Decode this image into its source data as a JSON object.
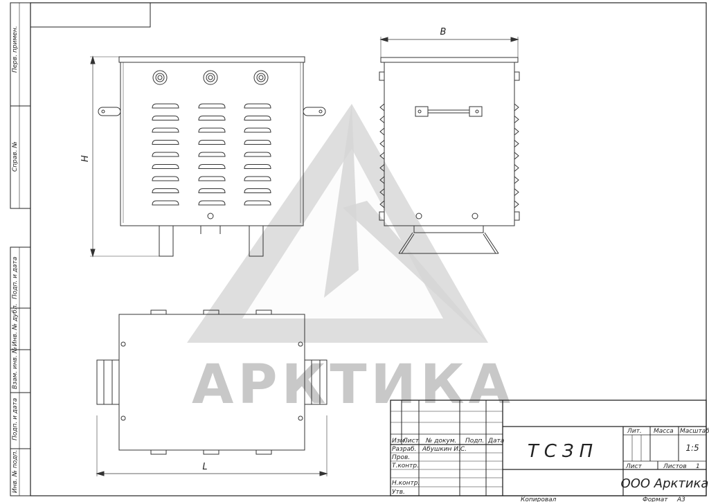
{
  "watermark": {
    "brand": "АРКТИКА"
  },
  "dimensions": {
    "width": "B",
    "height": "H",
    "length": "L"
  },
  "side_labels": [
    "Перв. примен.",
    "Справ. №",
    "Подп. и дата",
    "Инв. № дубл.",
    "Взам. инв. №",
    "Подп. и дата",
    "Инв. № подп."
  ],
  "title_block": {
    "headers": [
      "Изм.",
      "Лист",
      "№ докум.",
      "Подп.",
      "Дата"
    ],
    "roles": [
      "Разраб.",
      "Пров.",
      "Т.контр.",
      "",
      "Н.контр.",
      "Утв."
    ],
    "developer": "Абушкин  И.С.",
    "designation": "ТСЗП",
    "lit_label": "Лит.",
    "mass_label": "Масса",
    "scale_label": "Масштаб",
    "scale_value": "1:5",
    "sheet_label": "Лист",
    "sheets_label": "Листов",
    "sheets_value": "1",
    "company": "ООО Арктика",
    "copied": "Копировал",
    "format_label": "Формат",
    "format_value": "А3"
  }
}
